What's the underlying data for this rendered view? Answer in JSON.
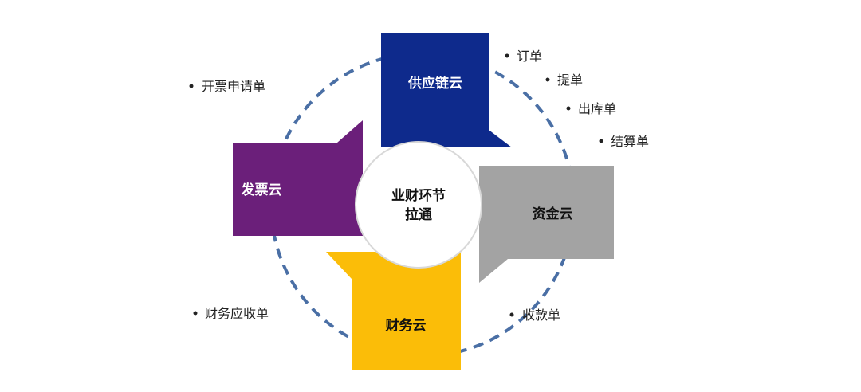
{
  "center": {
    "line1": "业财环节",
    "line2": "拉通"
  },
  "blocks": {
    "supply_chain": {
      "label": "供应链云",
      "color": "#0e2a8c",
      "text_color": "#ffffff"
    },
    "invoice": {
      "label": "发票云",
      "color": "#6b1f7a",
      "text_color": "#ffffff"
    },
    "funds": {
      "label": "资金云",
      "color": "#a3a3a3",
      "text_color": "#111111"
    },
    "finance": {
      "label": "财务云",
      "color": "#fbbd08",
      "text_color": "#111111"
    }
  },
  "bullets": {
    "supply_chain": [
      "订单",
      "提单",
      "出库单",
      "结算单"
    ],
    "invoice": [
      "开票申请单"
    ],
    "finance": [
      "财务应收单"
    ],
    "funds": [
      "收款单"
    ]
  },
  "colors": {
    "dashed_ring": "#4a6fa5",
    "center_border": "#d8d8d8"
  }
}
